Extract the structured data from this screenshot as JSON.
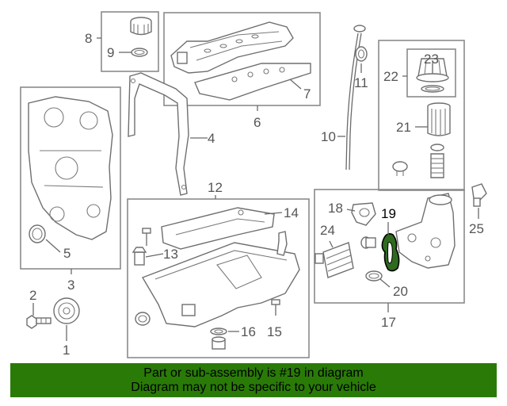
{
  "callouts": {
    "c1": "1",
    "c2": "2",
    "c3": "3",
    "c4": "4",
    "c5": "5",
    "c6": "6",
    "c7": "7",
    "c8": "8",
    "c9": "9",
    "c10": "10",
    "c11": "11",
    "c12": "12",
    "c13": "13",
    "c14": "14",
    "c15": "15",
    "c16": "16",
    "c17": "17",
    "c18": "18",
    "c19": "19",
    "c20": "20",
    "c21": "21",
    "c22": "22",
    "c23": "23",
    "c24": "24",
    "c25": "25"
  },
  "highlighted_part": "19",
  "highlight_color": "#2f6b1e",
  "banner": {
    "line1": "Part or sub-assembly is #19 in diagram",
    "line2": "Diagram may not be specific to your vehicle",
    "background": "#2a7a08"
  }
}
